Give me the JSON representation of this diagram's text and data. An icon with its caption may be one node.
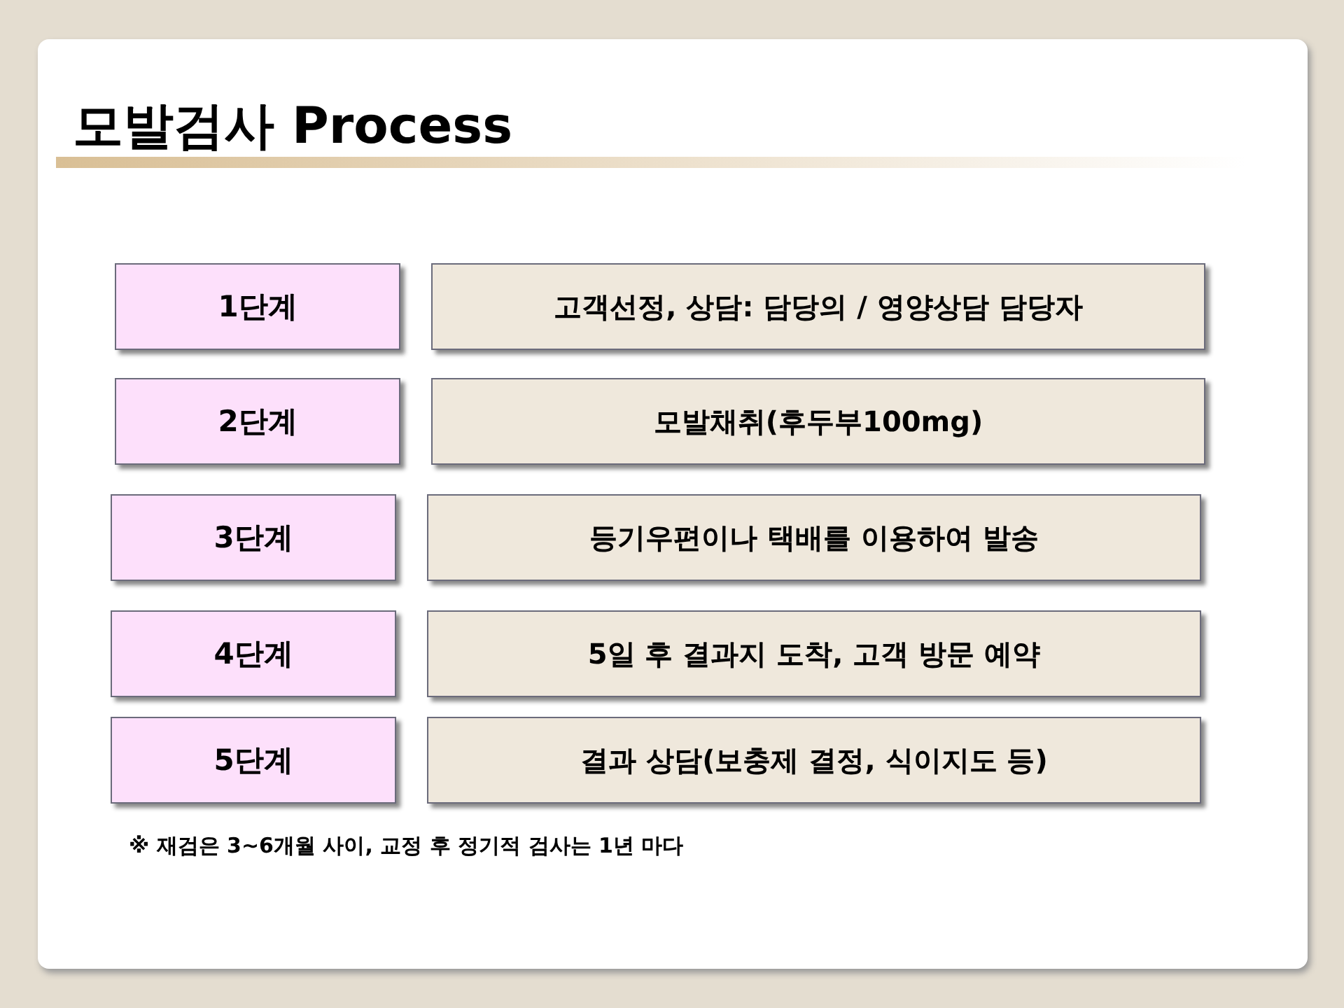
{
  "diagram": {
    "title": "모발검사 Process",
    "nodes": [
      {
        "text": [
          "1단계"
        ]
      },
      {
        "text": [
          "고객선정, 상담: 담당의 / 영양상담 담당자"
        ]
      },
      {
        "text": [
          "2단계"
        ]
      },
      {
        "text": [
          "모발채취(후두부100mg)"
        ]
      },
      {
        "text": [
          "3단계"
        ]
      },
      {
        "text": [
          "등기우편이나 택배를 이용하여 발송"
        ]
      },
      {
        "text": [
          "4단계"
        ]
      },
      {
        "text": [
          "5일 후 결과지 도착, 고객 방문 예약"
        ]
      },
      {
        "text": [
          "5단계"
        ]
      },
      {
        "text": [
          "결과 상담(보충제 결정, 식이지도 등)"
        ]
      }
    ],
    "labels": [
      "※ 재검은 3~6개월 사이, 교정 후 정기적 검사는 1년 마다"
    ]
  }
}
